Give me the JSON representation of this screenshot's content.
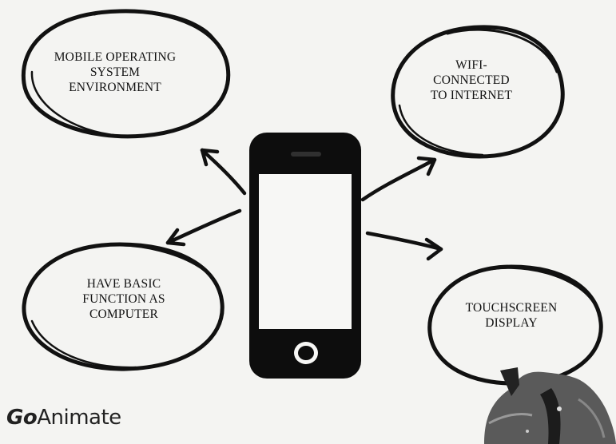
{
  "nodes": {
    "mobile_os": [
      "MOBILE OPERATING",
      "SYSTEM",
      "ENVIRONMENT"
    ],
    "wifi": [
      "WIFI-",
      "CONNECTED",
      "TO INTERNET"
    ],
    "basic_function": [
      "HAVE BASIC",
      "FUNCTION AS",
      "COMPUTER"
    ],
    "touchscreen": [
      "TOUCHSCREEN",
      "DISPLAY"
    ]
  },
  "logo": {
    "first": "Go",
    "second": "Animate"
  },
  "colors": {
    "ink": "#111111",
    "paper": "#f4f4f2",
    "screen": "#f7f7f5",
    "phone": "#0d0d0d"
  },
  "icons": [
    "smartphone-icon",
    "arrow-icon",
    "character-figure"
  ]
}
